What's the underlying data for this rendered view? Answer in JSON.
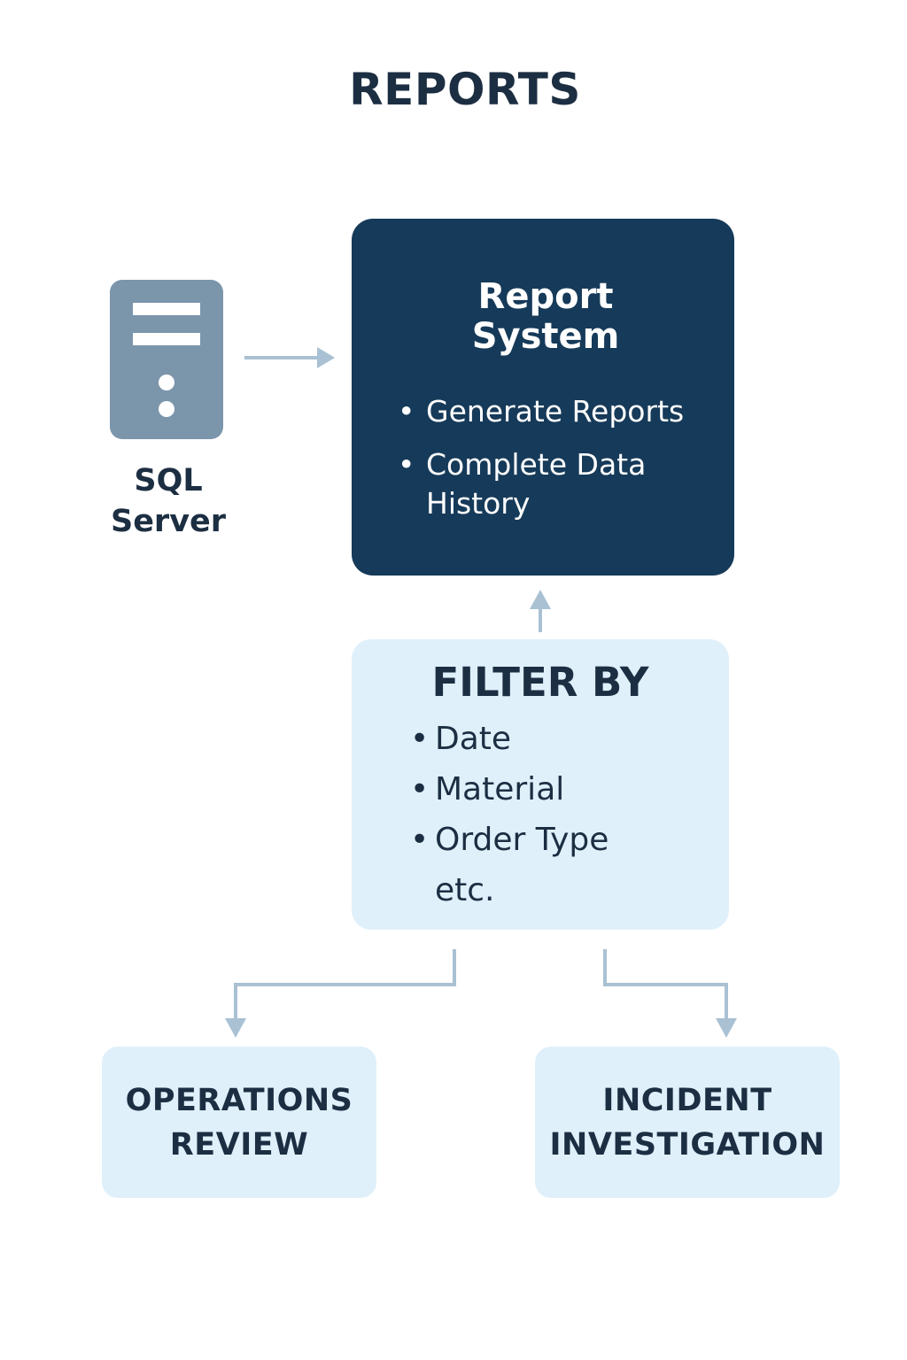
{
  "title": "REPORTS",
  "sql_server": {
    "label_lines": [
      "SQL",
      "Server"
    ],
    "icon": "server-icon"
  },
  "report_system": {
    "title_lines": [
      "Report",
      "System"
    ],
    "bullets": [
      {
        "lines": [
          "Generate Reports"
        ]
      },
      {
        "lines": [
          "Complete Data",
          "History"
        ]
      }
    ]
  },
  "filter_by": {
    "title": "FILTER BY",
    "items": [
      "Date",
      "Material",
      "Order Type"
    ],
    "extra": "etc."
  },
  "outcomes": {
    "operations_review": [
      "OPERATIONS",
      "REVIEW"
    ],
    "incident_investigation": [
      "INCIDENT",
      "INVESTIGATION"
    ]
  },
  "colors": {
    "title_text": "#1c2e42",
    "report_box": "#163a59",
    "light_box": "#dff0fb",
    "server_icon": "#7b95ab",
    "connector": "#a9c1d3"
  }
}
